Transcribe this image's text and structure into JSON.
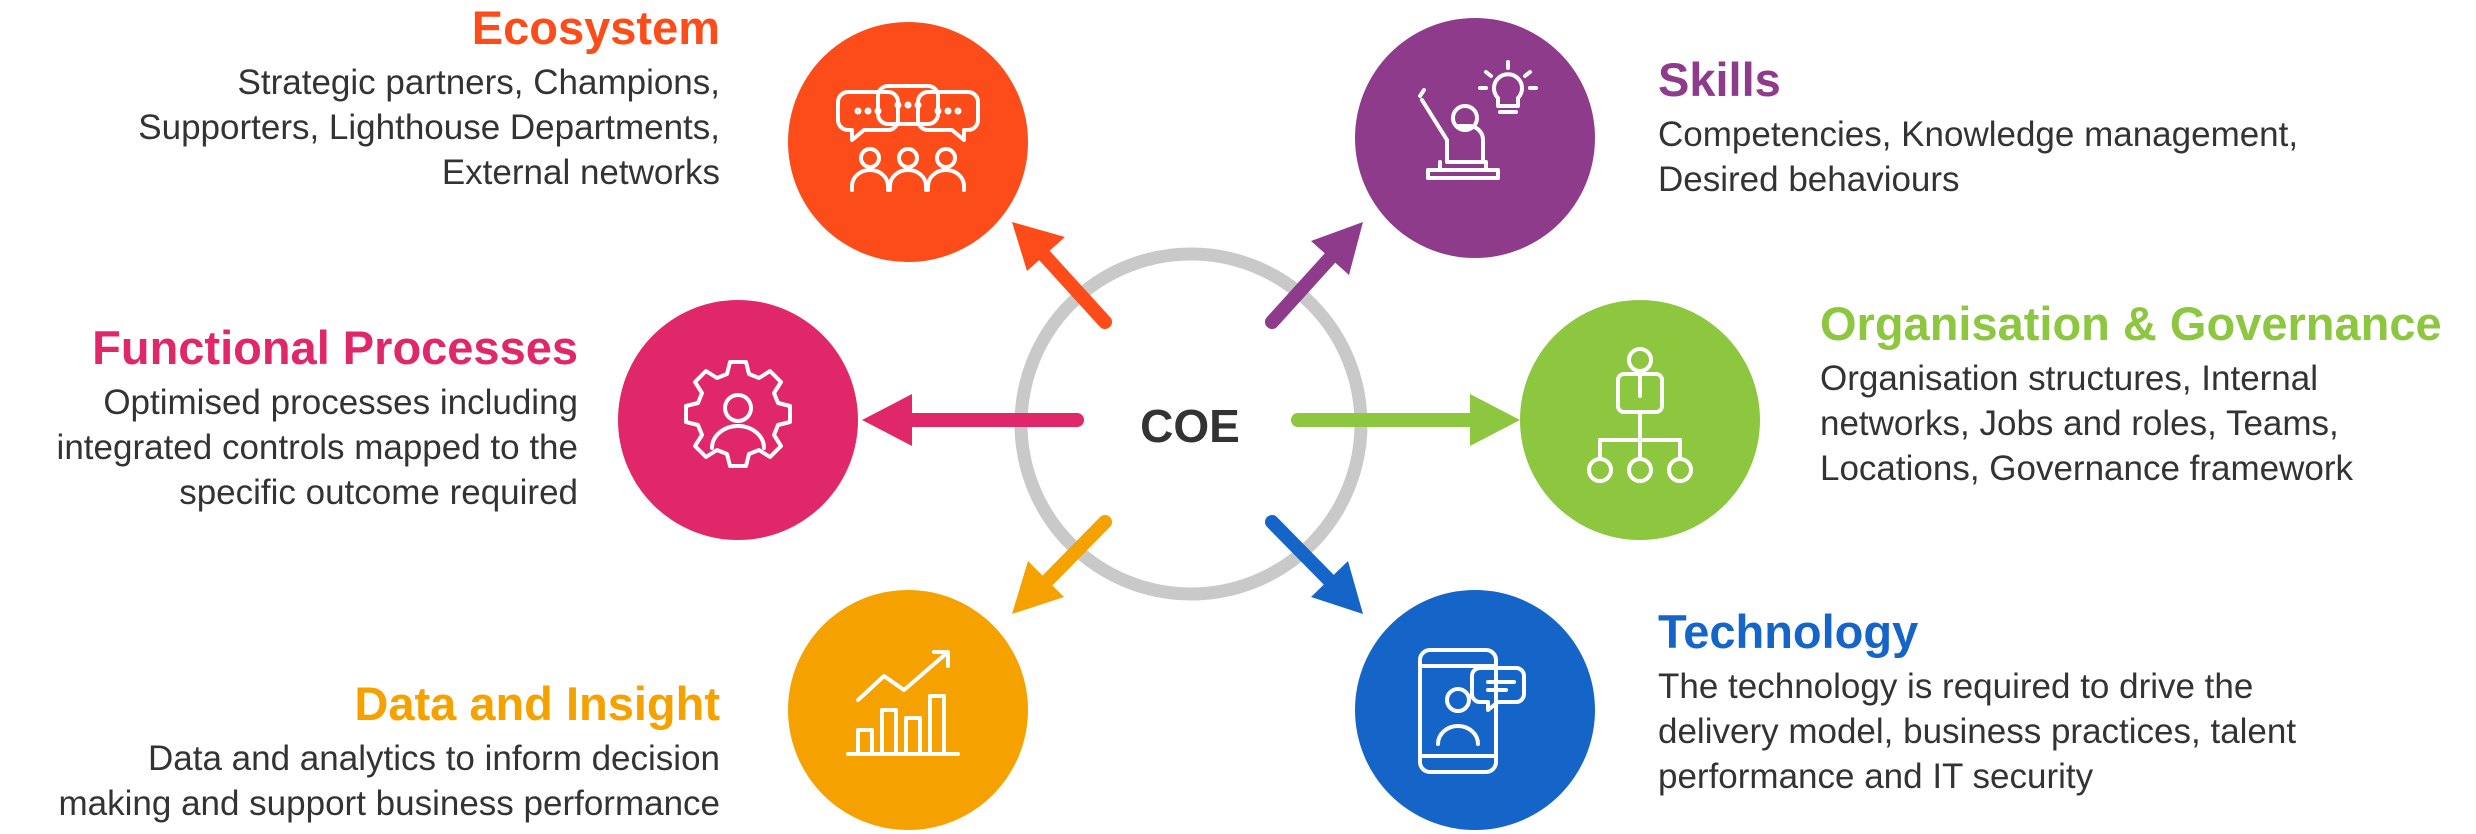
{
  "center": {
    "label": "COE"
  },
  "nodes": {
    "ecosystem": {
      "title": "Ecosystem",
      "description": "Strategic partners, Champions,\nSupporters, Lighthouse Departments,\nExternal networks",
      "color": "#fc4c1a",
      "icon": "chat-people-icon"
    },
    "skills": {
      "title": "Skills",
      "description": "Competencies, Knowledge management,\nDesired behaviours",
      "color": "#8e3b8c",
      "icon": "raise-hand-idea-icon"
    },
    "functional_processes": {
      "title": "Functional Processes",
      "description": "Optimised processes including\nintegrated controls mapped to the\nspecific outcome required",
      "color": "#e0276a",
      "icon": "gear-person-icon"
    },
    "organisation_governance": {
      "title": "Organisation & Governance",
      "description": "Organisation structures, Internal\nnetworks, Jobs and roles, Teams,\nLocations, Governance framework",
      "color": "#8dc63f",
      "icon": "org-structure-icon"
    },
    "data_insight": {
      "title": "Data and Insight",
      "description": "Data and analytics to inform decision\nmaking and support business performance",
      "color": "#f5a100",
      "icon": "growth-chart-icon"
    },
    "technology": {
      "title": "Technology",
      "description": "The technology is required to drive the\ndelivery model, business practices, talent\nperformance and IT security",
      "color": "#1565c8",
      "icon": "mobile-chat-icon"
    }
  },
  "ring_color": "#c9c9c9"
}
